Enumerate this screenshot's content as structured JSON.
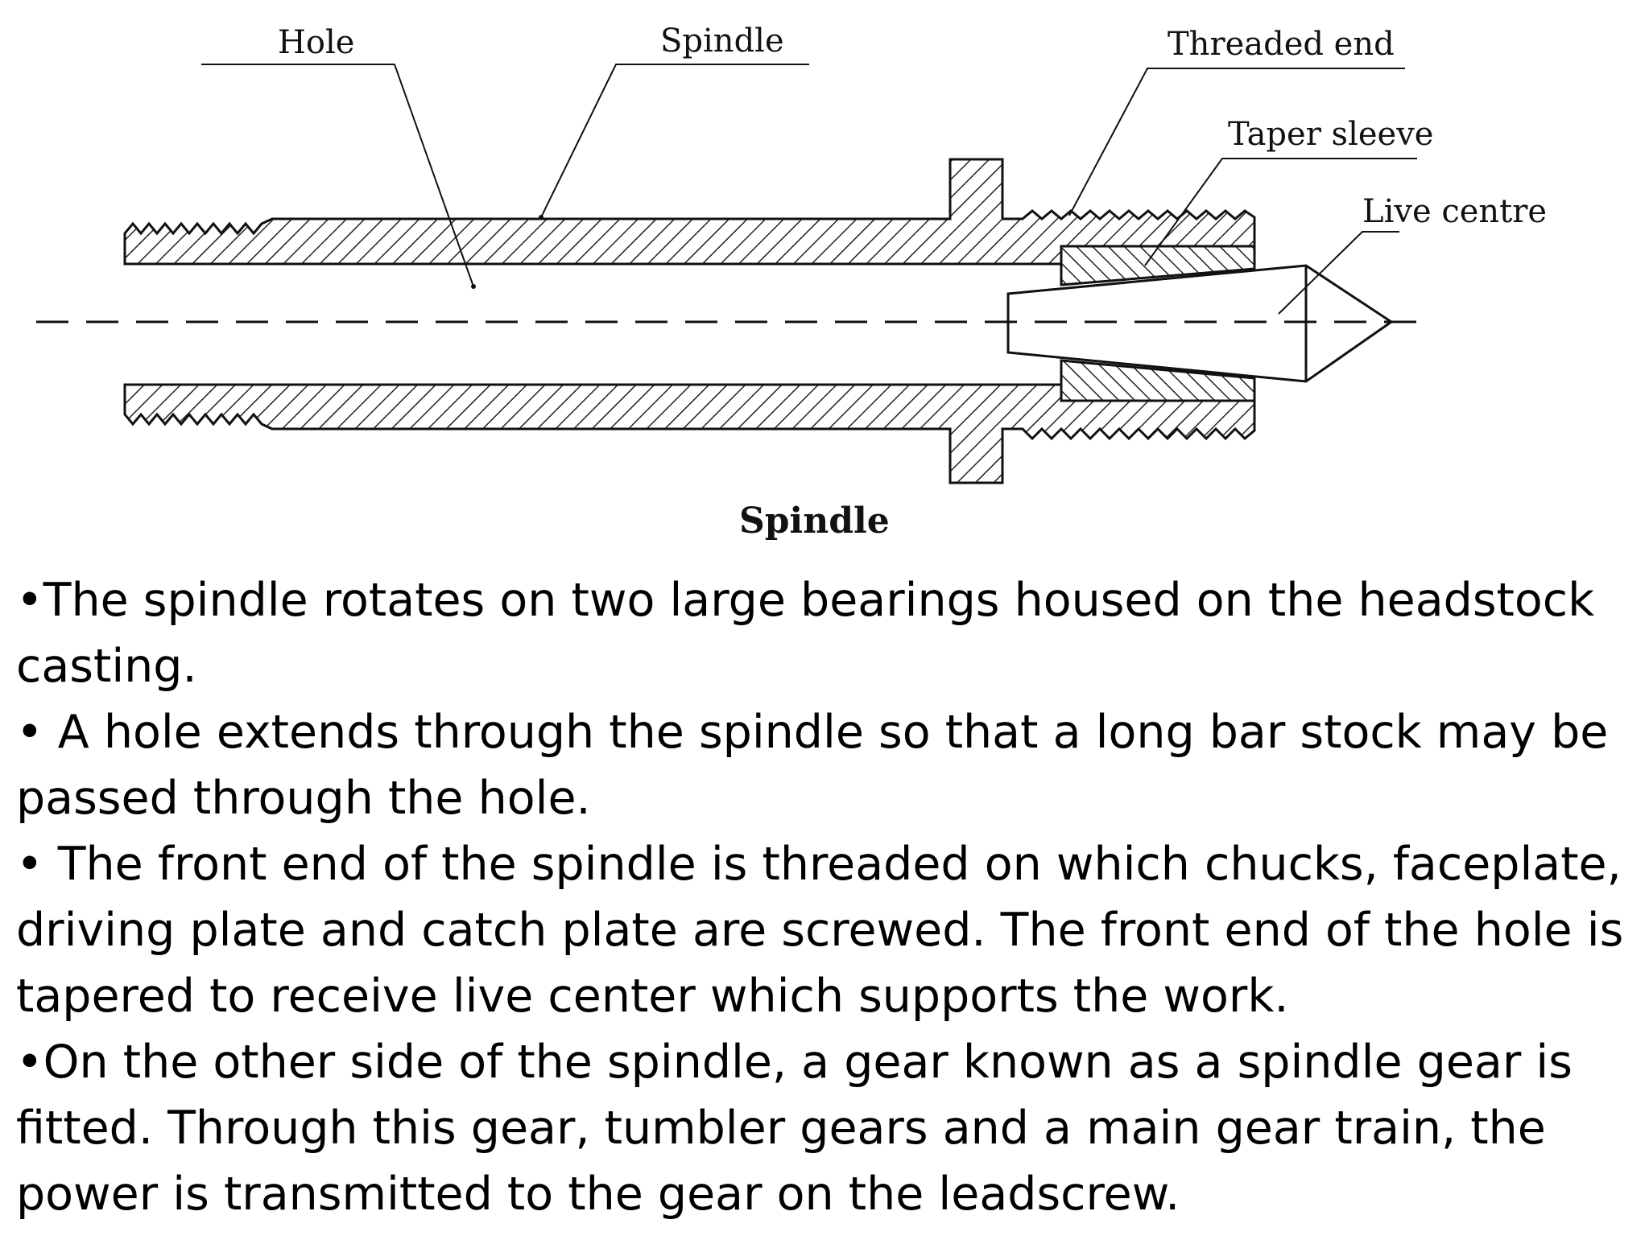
{
  "diagram": {
    "labels": {
      "hole": "Hole",
      "spindle": "Spindle",
      "threaded_end": "Threaded end",
      "taper_sleeve": "Taper sleeve",
      "live_centre": "Live centre"
    },
    "caption": "Spindle"
  },
  "notes": [
    "•The spindle rotates on two large bearings housed on the headstock casting.",
    "• A hole extends through the spindle so that a long bar stock may be passed through the hole.",
    "• The front end of the spindle is threaded on which chucks, faceplate, driving plate and catch plate are screwed. The front end of the hole is tapered to receive live center which supports the work.",
    "•On the other side of the spindle, a gear known as a spindle gear is fitted. Through this gear, tumbler gears and a main gear train, the power is transmitted to the gear on the leadscrew."
  ]
}
